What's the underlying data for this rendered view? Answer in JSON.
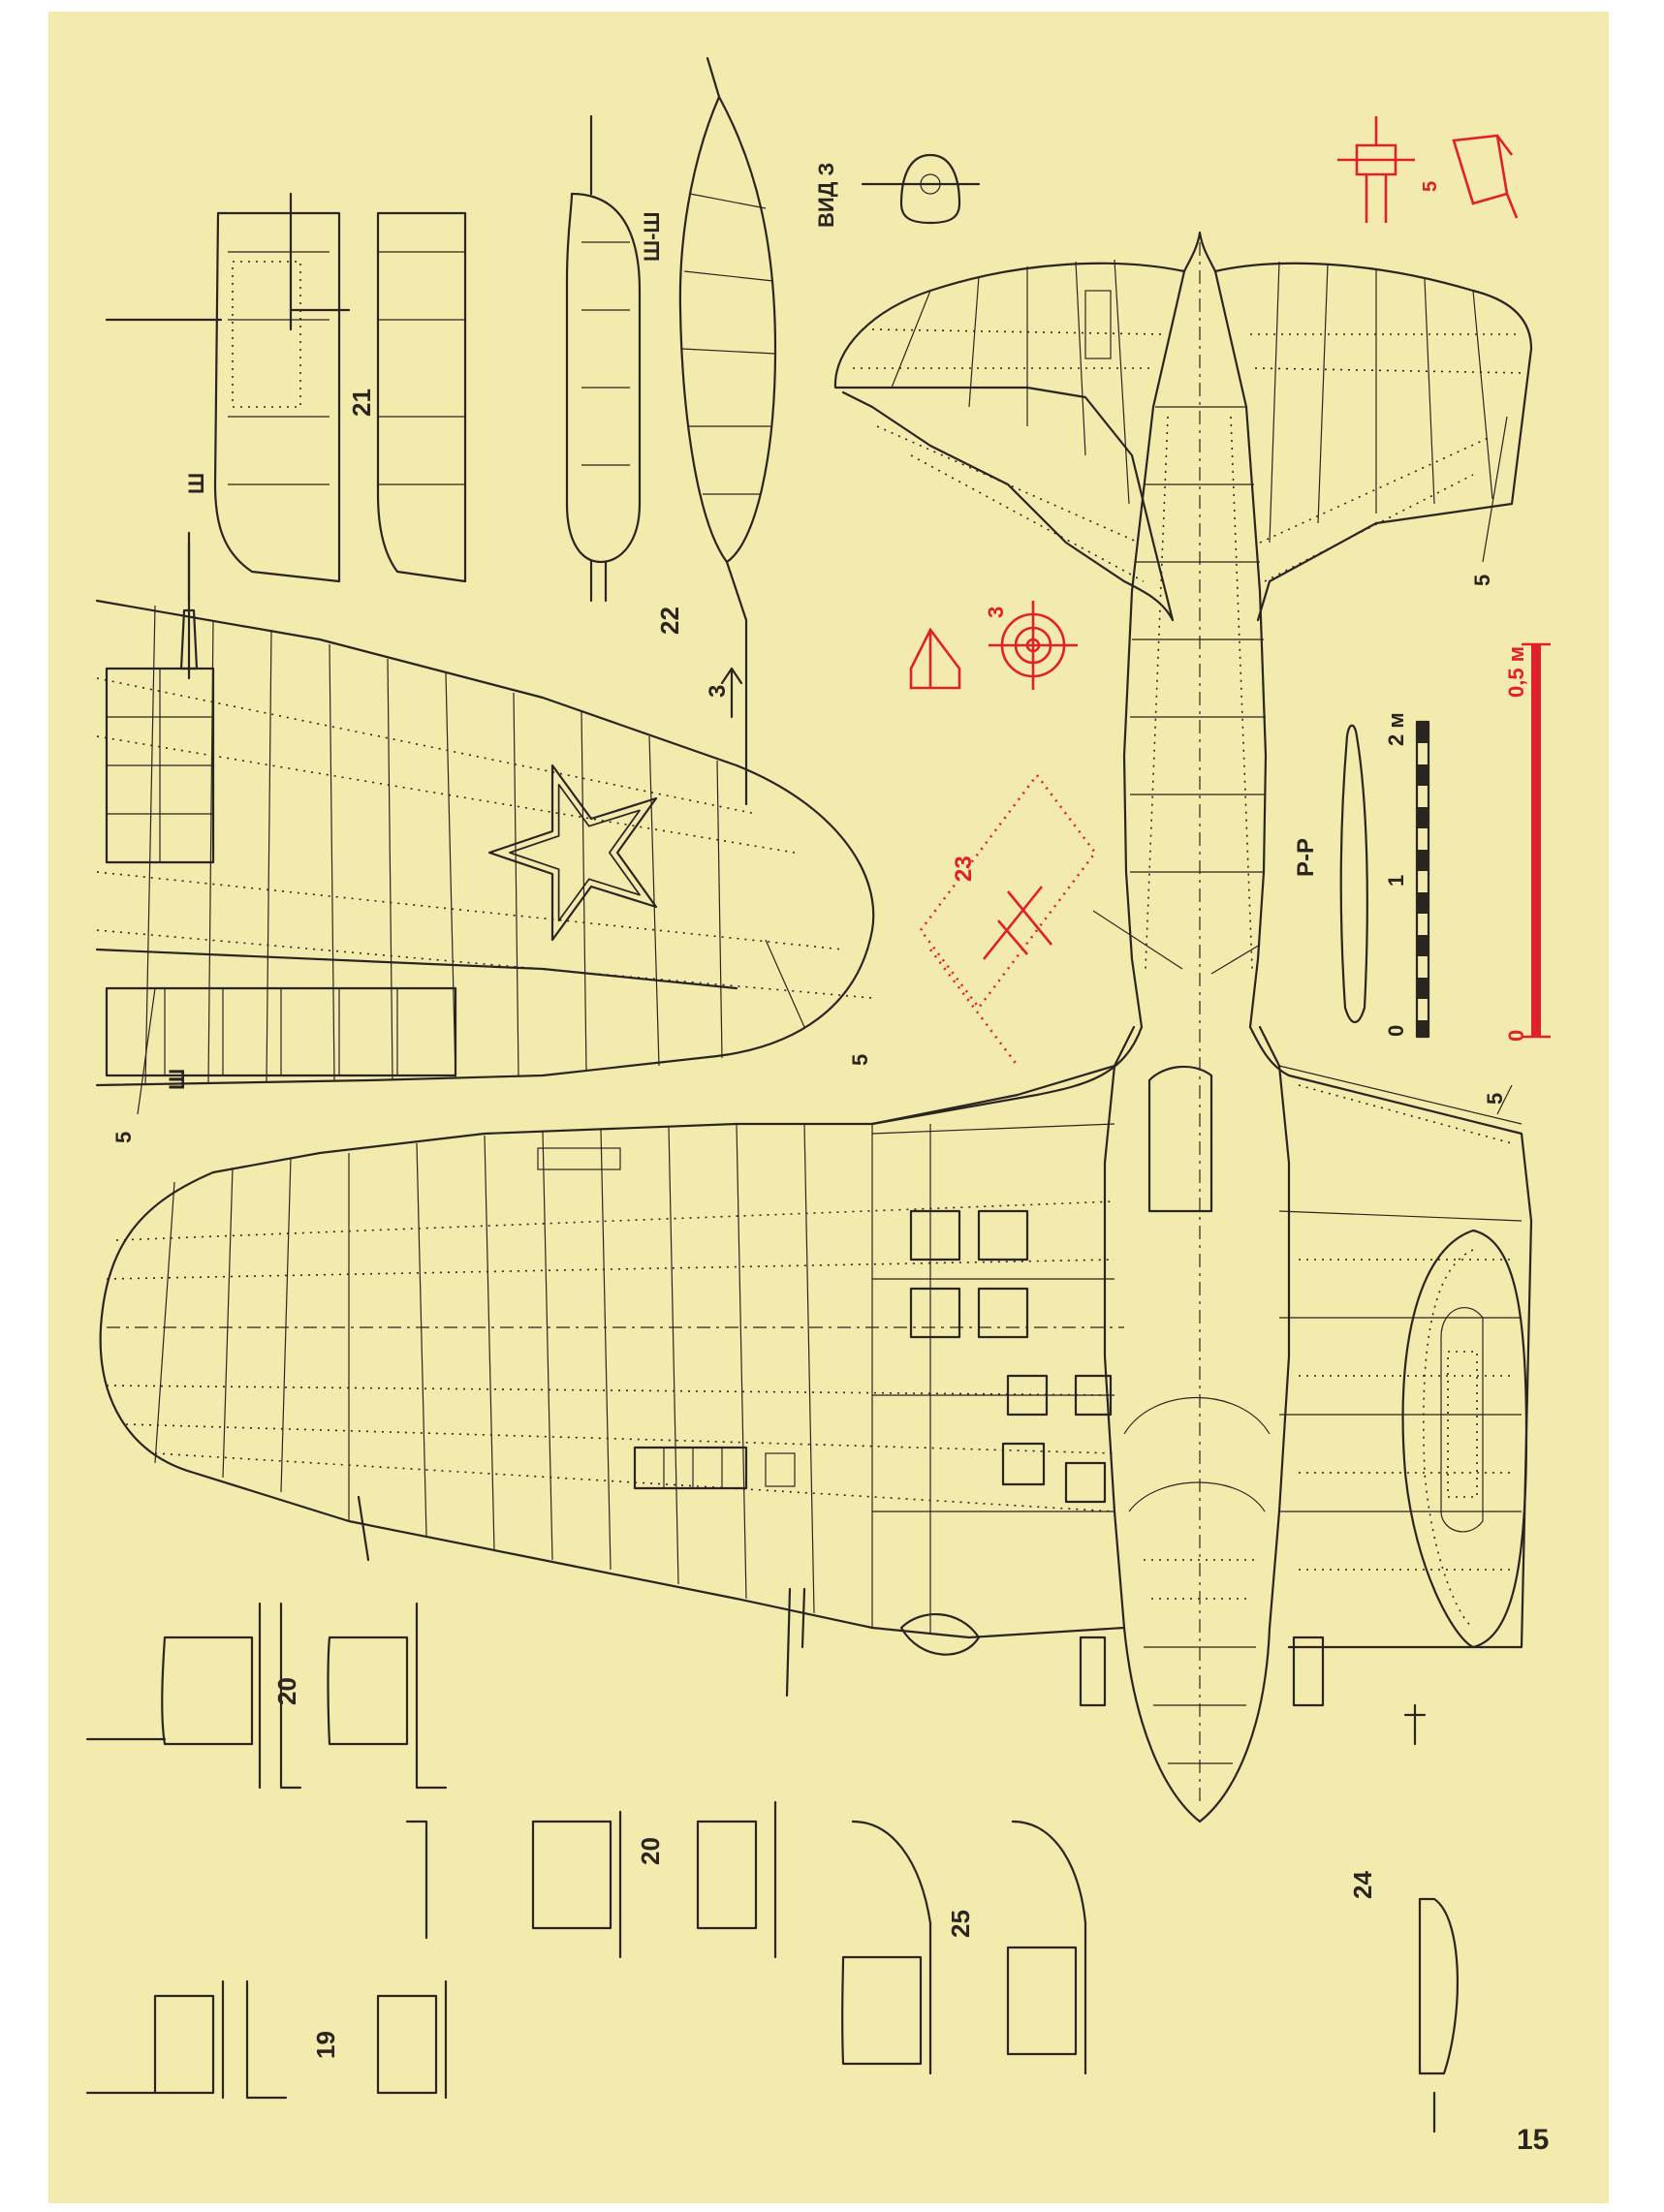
{
  "page": {
    "paper_color": "#f3eaae",
    "ink_color": "#2a2520",
    "accent_color": "#e0202a",
    "page_number": "15"
  },
  "labels": {
    "view_z": "ВИД З",
    "section_shsh": "Ш-Ш",
    "section_sh_top": "Ш",
    "section_sh_bottom": "Ш",
    "section_rr": "Р-Р",
    "detail_21": "21",
    "detail_22": "22",
    "detail_23": "23",
    "detail_24": "24",
    "detail_25": "25",
    "detail_20a": "20",
    "detail_20b": "20",
    "detail_19": "19",
    "ref_5_tail": "5",
    "ref_5_wing_top": "5",
    "ref_5_wing_left": "5",
    "ref_5_flap": "5",
    "ref_5_red": "5",
    "ref_3_arrow": "3",
    "ref_3_red": "3"
  },
  "scales": {
    "black": {
      "ticks": [
        "0",
        "1",
        "2 м"
      ]
    },
    "red": {
      "ticks": [
        "0",
        "0,5 м"
      ]
    }
  }
}
